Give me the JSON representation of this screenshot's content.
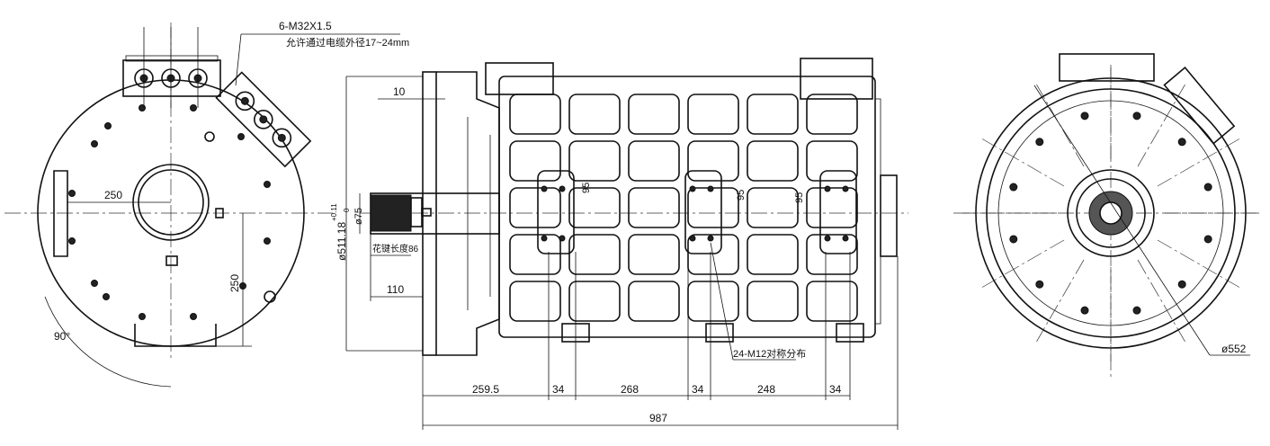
{
  "front_view": {
    "cable_gland_spec": "6-M32X1.5",
    "cable_gland_note": "允许通过电缆外径17~24mm",
    "dim_horizontal": "250",
    "dim_vertical": "250",
    "angle": "90°"
  },
  "side_view": {
    "flange_dia": "ø511.18",
    "flange_tol_upper": "+0.11",
    "flange_tol_lower": "0",
    "shaft_dia": "ø75",
    "flange_thickness": "10",
    "spline_length": "花键长度86",
    "shaft_length": "110",
    "mount_dims": [
      "95",
      "95",
      "95"
    ],
    "mount_holes": "24-M12对称分布",
    "bottom_dims": [
      "259.5",
      "34",
      "268",
      "34",
      "248",
      "34"
    ],
    "overall_length": "987"
  },
  "rear_view": {
    "dia": "ø552"
  }
}
